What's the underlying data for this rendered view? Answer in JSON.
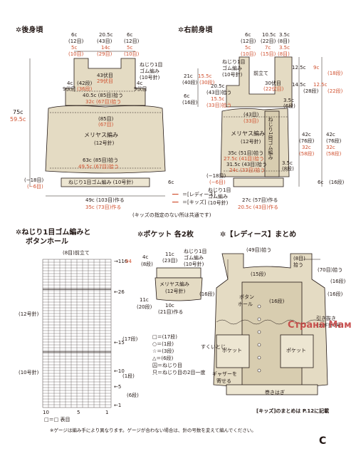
{
  "sections": {
    "back_body": "✲後身頃",
    "right_front": "✲右前身頃",
    "ribbing_title_1": "✲ねじり1目ゴム編みと",
    "ribbing_title_2": "ボタンホール",
    "pocket": "✲ポケット 各2枚",
    "ladies_assembly": "✲【レディース】まとめ"
  },
  "legend": {
    "ladies": "＝[レディース]",
    "kids": "＝[キッズ]",
    "note": "(キッズの指定のない所は共通です)"
  },
  "back": {
    "shoulder_top": [
      "6c",
      "20.5c",
      "6c"
    ],
    "shoulder_rows": [
      "(12目)",
      "(43目)",
      "(12目)"
    ],
    "shoulder_red": [
      "5c",
      "14c",
      "5c"
    ],
    "shoulder_rows_red": [
      "(10目)",
      "(29目)",
      "(10目)"
    ],
    "rib_label_1": "ねじり1目",
    "rib_label_2": "ゴム編み",
    "rib_needle": "(10号針)",
    "rows_43": "43伏目",
    "rows_29": "29伏目",
    "dan_42": "(42段)",
    "dan_36": "(36段)",
    "bind_4c_l": "4c",
    "bind_9_l": "9伏目",
    "bind_4c_r": "4c",
    "bind_9_r": "9伏目",
    "pickup": "40.5c (85目)拾う",
    "pickup_red": "32c (67目)拾う",
    "body_rows": "(85目)",
    "body_rows_red": "(67目)",
    "stitch": "メリヤス編み",
    "needle": "(12号針)",
    "bottom_pick": "63c (85目)拾う",
    "bottom_pick_red": "49.5c (67目)拾う",
    "height": "75c",
    "height_red": "59.5c",
    "hem_rows": "(−18目)",
    "hem_rows_red": "(−6目)",
    "hem_label": "ねじり1目ゴム編み (10号針)",
    "bottom_w": "49c (103目)作る",
    "bottom_w_red": "35c (73目)作る",
    "side_dan": "6c"
  },
  "front": {
    "top": [
      "6c",
      "10.5c",
      "3.5c"
    ],
    "top_rows": [
      "(12目)",
      "(22目)",
      "(8目)"
    ],
    "top_red": [
      "5c",
      "7c",
      "3.5c"
    ],
    "top_rows_red": [
      "(10目)",
      "(15目)",
      "(8目)"
    ],
    "rib_1": "ねじり1目",
    "rib_2": "ゴム編み",
    "rib_needle": "(10号針)",
    "front_stand": "前立て",
    "bind_30": "30伏目",
    "bind_22": "(22伏目)",
    "side_21": "21c",
    "side_155": "15.5c",
    "side_40": "(40段)",
    "side_30": "(30段)",
    "mid_205": "20.5c",
    "mid_43": "(43目)拾う",
    "mid_red_155": "15.5c",
    "mid_red_33": "(33目)拾う",
    "side_6": "6c",
    "side_16": "(16段)",
    "body_43": "(43目)",
    "body_33": "(33目)",
    "stitch": "メリヤス編み",
    "needle": "(12号針)",
    "height_42": "42c",
    "height_76": "(76段)",
    "height_32": "32c",
    "height_58": "(58段)",
    "pick_35": "35c (51目)拾う",
    "pick_275": "27.5c (41目)拾う",
    "pick_315": "31.5c (43目)拾う",
    "pick_24": "24c (33目)拾う",
    "hem_18": "(−18目)",
    "hem_6": "(−6目)",
    "bottom_1": "ねじり1目",
    "bottom_2": "ゴム編み",
    "bottom_3": "(10号針)",
    "bottom_w": "27c (57目)作る",
    "bottom_w_red": "20.5c (43目)作る",
    "right_col": [
      "12.5c",
      "9c",
      "(18段)",
      "14.5c",
      "12.5c",
      "(28段)",
      "(22段)",
      "42c",
      "32c",
      "(76段)",
      "(58段)",
      "6c",
      "(16段)"
    ],
    "small": [
      "3.5c",
      "(6段)",
      "3.5c",
      "(8段)"
    ]
  },
  "ribbing": {
    "top_label": "(8目)前立て",
    "top_num": "→116",
    "top_num_red": "94",
    "marks": [
      "←26",
      "←15",
      "←10",
      "←5",
      "←1"
    ],
    "needle_12": "(12号針)",
    "needle_10": "(10号針)",
    "dan_17": "(17段)",
    "dan_1": "(1段)",
    "dan_6": "(6段)",
    "bottom_nums": [
      "10",
      "5",
      "1"
    ],
    "legend": "□＝□ 表目"
  },
  "pocket": {
    "w_4c": "4c",
    "dan_8": "(8段)",
    "w_11": "11c",
    "w_23": "(23目)",
    "rib_1": "ねじり1目",
    "rib_2": "ゴム編み",
    "rib_3": "(10号針)",
    "stitch": "メリヤス編み",
    "needle": "(12号針)",
    "side_11": "11c",
    "side_20": "(20段)",
    "bottom": "10c",
    "bottom_rows": "(21目)作る",
    "legend": [
      "□＝(17段)",
      "○＝(1段)",
      "☆＝(3段)",
      "△＝(6段)",
      "囚＝ねじり目",
      "只＝ねじり目の2目一度"
    ]
  },
  "assembly": {
    "pick_49": "(49目)拾う",
    "pick_8": "(8目)",
    "pick_8b": "拾う",
    "pick_70": "(70目)拾う",
    "dan_15": "(15段)",
    "dan_16": "(16段)",
    "dan_16b": "(16段)",
    "dan_16c": "(16段)",
    "dan_16d": "(16段)",
    "button_hole_1": "ボタン",
    "button_hole_2": "ホール",
    "pull_1": "引き抜き",
    "pull_2": "(カギ針7号)",
    "sukui": "すくいとじ",
    "pocket": "ポケット",
    "gather_1": "ギャザーを",
    "gather_2": "寄せる",
    "wrap": "巻きはぎ",
    "kids_ref": "[キッズ]のまとめは P.12に記載"
  },
  "footer": {
    "note": "※ゲージは編み手により異なります。ゲージが合わない場合は、針の号数を変えて編んでください。",
    "page": "C"
  },
  "watermark": "Страна Мам",
  "colors": {
    "ink": "#231815",
    "red": "#d0502f",
    "tan": "#e4dbc3",
    "tan_dark": "#cdbf9f"
  }
}
